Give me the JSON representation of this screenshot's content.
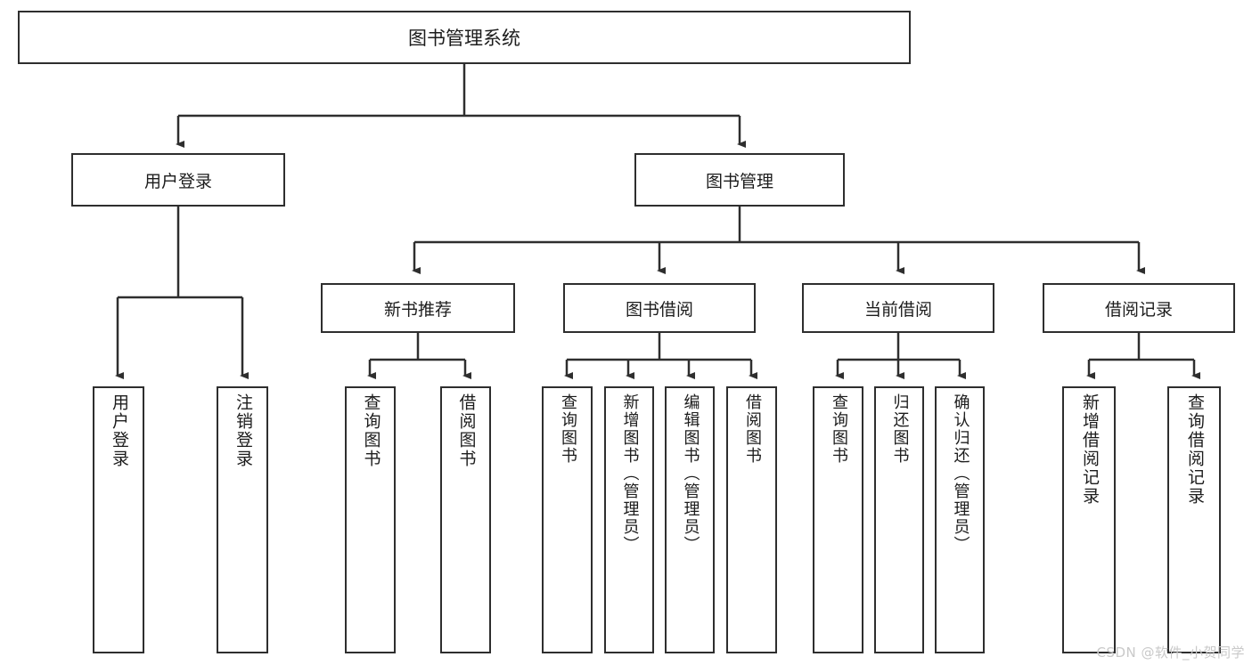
{
  "diagram": {
    "title": "图书管理系统",
    "root": {
      "label": "图书管理系统"
    },
    "level2": [
      {
        "label": "用户登录"
      },
      {
        "label": "图书管理"
      }
    ],
    "level3": [
      {
        "label": "新书推荐"
      },
      {
        "label": "图书借阅"
      },
      {
        "label": "当前借阅"
      },
      {
        "label": "借阅记录"
      }
    ],
    "leaves": {
      "user_login": [
        {
          "label": "用户登录"
        },
        {
          "label": "注销登录"
        }
      ],
      "new_book_recommend": [
        {
          "label": "查询图书"
        },
        {
          "label": "借阅图书"
        }
      ],
      "book_borrow": [
        {
          "label": "查询图书"
        },
        {
          "label": "新增图书（管理员）"
        },
        {
          "label": "编辑图书（管理员）"
        },
        {
          "label": "借阅图书"
        }
      ],
      "current_borrow": [
        {
          "label": "查询图书"
        },
        {
          "label": "归还图书"
        },
        {
          "label": "确认归还（管理员）"
        }
      ],
      "borrow_record": [
        {
          "label": "新增借阅记录"
        },
        {
          "label": "查询借阅记录"
        }
      ]
    },
    "watermark": "CSDN @软件_小贺同学",
    "colors": {
      "border": "#2e2e2e",
      "background": "#ffffff",
      "text": "#1c1c1c",
      "watermark": "#c9c9c9"
    }
  }
}
